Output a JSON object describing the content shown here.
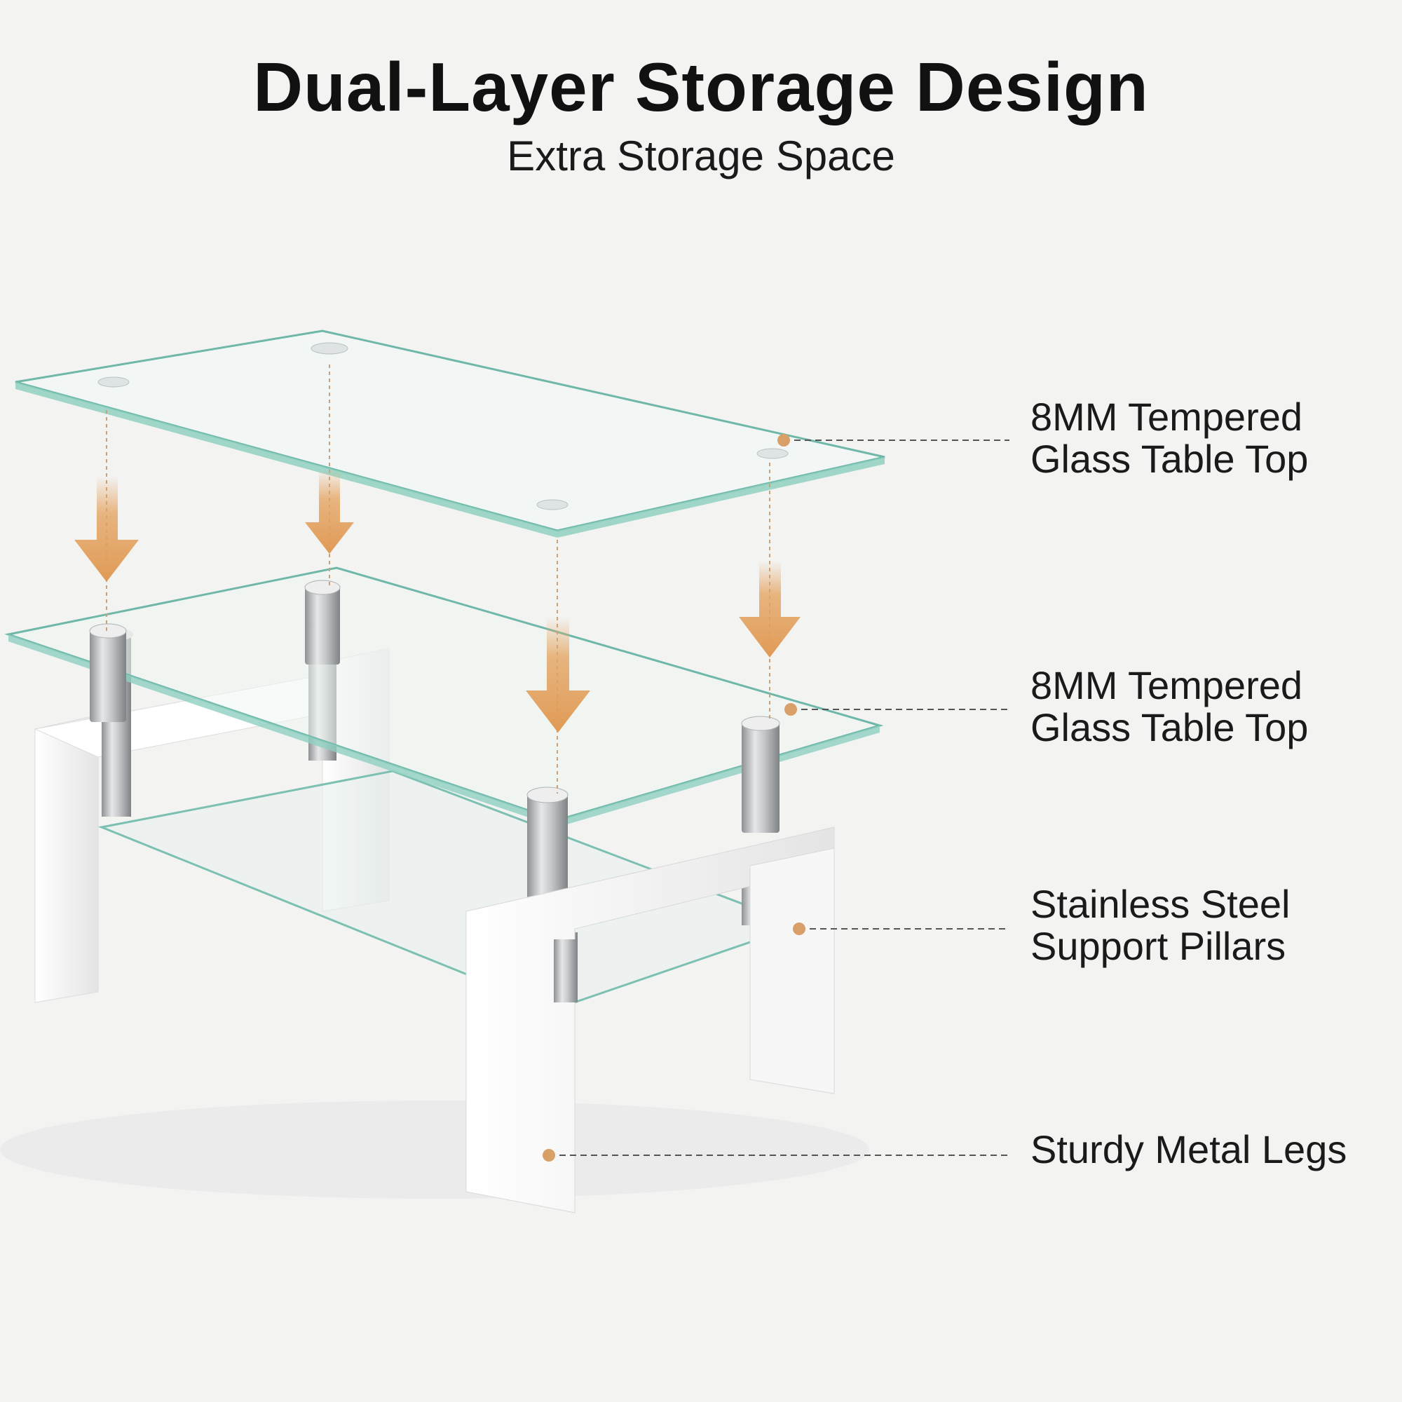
{
  "header": {
    "title": "Dual-Layer Storage Design",
    "subtitle": "Extra Storage Space"
  },
  "callouts": [
    {
      "line1": "8MM Tempered",
      "line2": "Glass Table Top"
    },
    {
      "line1": "8MM Tempered",
      "line2": "Glass Table Top"
    },
    {
      "line1": "Stainless Steel",
      "line2": "Support Pillars"
    },
    {
      "line1": "Sturdy Metal Legs"
    }
  ],
  "colors": {
    "background": "#f3f3f2",
    "arrow": "#e4a462",
    "marker_dot": "#d8a068",
    "leader_line": "#555555",
    "glass_edge": "#6fb8a9",
    "frame": "#ffffff",
    "pillar": "#b7b9bb"
  }
}
